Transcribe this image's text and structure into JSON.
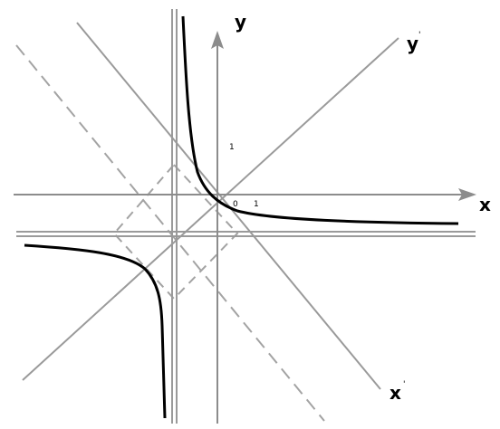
{
  "labels": {
    "x_axis": "x",
    "y_axis": "y",
    "x_prime": "x",
    "y_prime": "y",
    "prime_mark": "'",
    "origin": "0",
    "unit_x": "1",
    "unit_y": "1"
  },
  "colors": {
    "background": "#ffffff",
    "grid_lines": "#9a9a9a",
    "axes": "#8c8c8c",
    "dashed": "#a3a3a3",
    "curve": "#000000"
  }
}
